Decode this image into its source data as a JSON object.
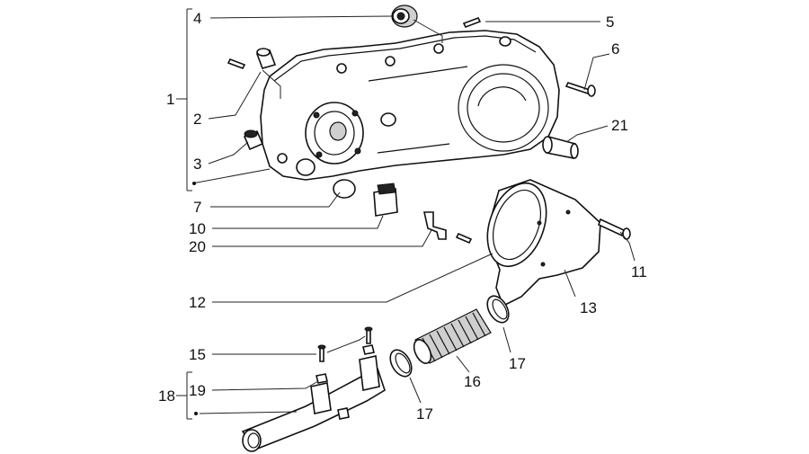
{
  "callouts": {
    "c1": "1",
    "c2": "2",
    "c3": "3",
    "c4": "4",
    "c5": "5",
    "c6": "6",
    "c7": "7",
    "c10": "10",
    "c11": "11",
    "c12": "12",
    "c13": "13",
    "c15": "15",
    "c16": "16",
    "c17a": "17",
    "c17b": "17",
    "c18": "18",
    "c19": "19",
    "c20": "20",
    "c21": "21"
  }
}
